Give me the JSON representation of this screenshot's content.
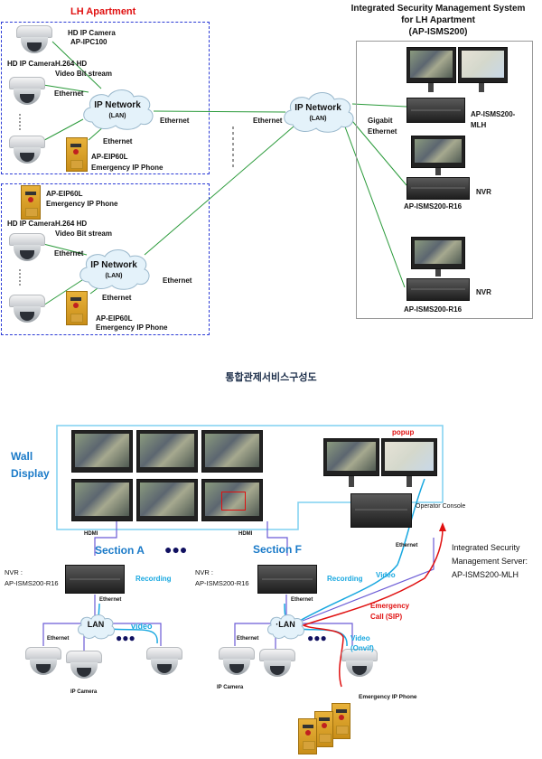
{
  "top": {
    "lh_title": "LH Apartment",
    "system_title": [
      "Integrated Security Management System",
      "for LH Apartment",
      "(AP-ISMS200)"
    ],
    "block1": {
      "cam_label": "HD IP Camera",
      "cam_model": "AP-IPC100",
      "cam_label2": "HD IP Camera",
      "stream1": "H.264 HD",
      "stream2": "Video Bit stream",
      "eth_a": "Ethernet",
      "eth_b": "Ethernet",
      "eth_c": "Ethernet",
      "phone_model": "AP-EIP60L",
      "phone_label": "Emergency IP Phone"
    },
    "block2": {
      "phone_model_top": "AP-EIP60L",
      "phone_label_top": "Emergency IP Phone",
      "cam_label": "HD IP Camera",
      "stream1": "H.264 HD",
      "stream2": "Video Bit stream",
      "eth_a": "Ethernet",
      "eth_b": "Ethernet",
      "eth_c": "Ethernet",
      "phone_model": "AP-EIP60L",
      "phone_label": "Emergency IP Phone"
    },
    "cloud_label": "IP Network",
    "cloud_sub": "(LAN)",
    "center_eth": "Ethernet",
    "gigabit": "Gigabit",
    "gigabit_eth": "Ethernet",
    "mlh1": "AP-ISMS200-",
    "mlh2": "MLH",
    "nvr": "NVR",
    "nvr_model": "AP-ISMS200-R16"
  },
  "korean_title": "통합관제서비스구성도",
  "bottom": {
    "wall1": "Wall",
    "wall2": "Display",
    "popup": "popup",
    "operator_console": "Operator Console",
    "hdmi": "HDMI",
    "section_a": "Section A",
    "section_f": "Section F",
    "nvr_label": "NVR :",
    "nvr_model": "AP-ISMS200-R16",
    "recording": "Recording",
    "ethernet": "Ethernet",
    "lan": "LAN",
    "lan_f": "·LAN",
    "video": "video",
    "video_cap": "Video",
    "onvif": "(Onvif)",
    "emergency1": "Emergency",
    "emergency2": "Call (SIP)",
    "ip_camera": "IP Camera",
    "emergency_phone": "Emergency IP Phone",
    "server1": "Integrated Security",
    "server2": "Management Server:",
    "server3": "AP-ISMS200-MLH"
  },
  "colors": {
    "ethernet_line": "#2a9a3a",
    "accent_blue": "#1a7ac8",
    "cyan": "#19a8e0",
    "red": "#e01010",
    "purple": "#6b5bd6",
    "frame": "#7fd0f0"
  }
}
